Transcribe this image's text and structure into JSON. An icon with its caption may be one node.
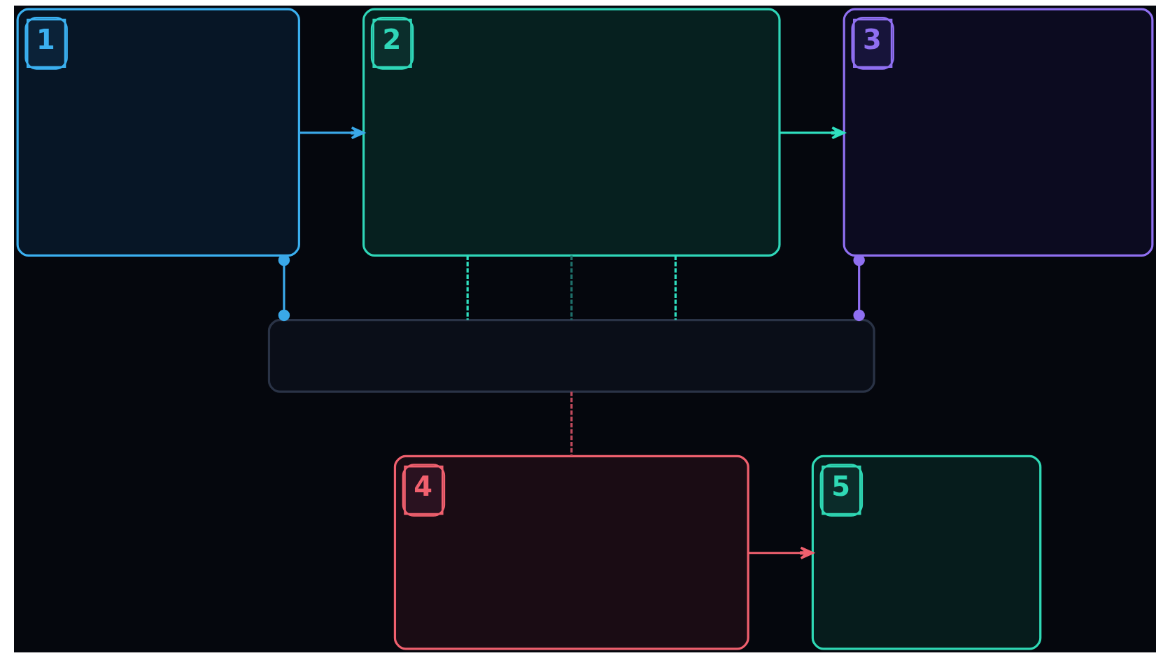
{
  "diagram": {
    "nodes": [
      {
        "text": [
          "1"
        ]
      },
      {
        "text": [
          "2"
        ]
      },
      {
        "text": [
          "3"
        ]
      },
      {
        "text": [],
        "shape": "box"
      },
      {
        "text": [
          "4"
        ]
      },
      {
        "text": [
          "5"
        ]
      }
    ],
    "edges": [
      {
        "from": 0,
        "to": 1,
        "arrow": "to",
        "color": "#3aa8e8"
      },
      {
        "from": 1,
        "to": 2,
        "arrow": "to"
      },
      {
        "from": 0,
        "to": 3,
        "arrow": "other",
        "color": "#3aa8e8"
      },
      {
        "from": 2,
        "to": 3,
        "arrow": "other",
        "color": "#8f6ff0"
      },
      {
        "from": 1,
        "to": 3,
        "arrow": "none",
        "style": "dashed"
      },
      {
        "from": 1,
        "to": 3,
        "arrow": "none",
        "style": "dashed",
        "color": "#1f6f6a"
      },
      {
        "from": 1,
        "to": 3,
        "arrow": "none",
        "style": "dashed"
      },
      {
        "from": 3,
        "to": 4,
        "arrow": "none",
        "style": "dashed",
        "color": "#c04a5c"
      },
      {
        "from": 4,
        "to": 5,
        "arrow": "to",
        "color": "#f0606e"
      }
    ]
  }
}
